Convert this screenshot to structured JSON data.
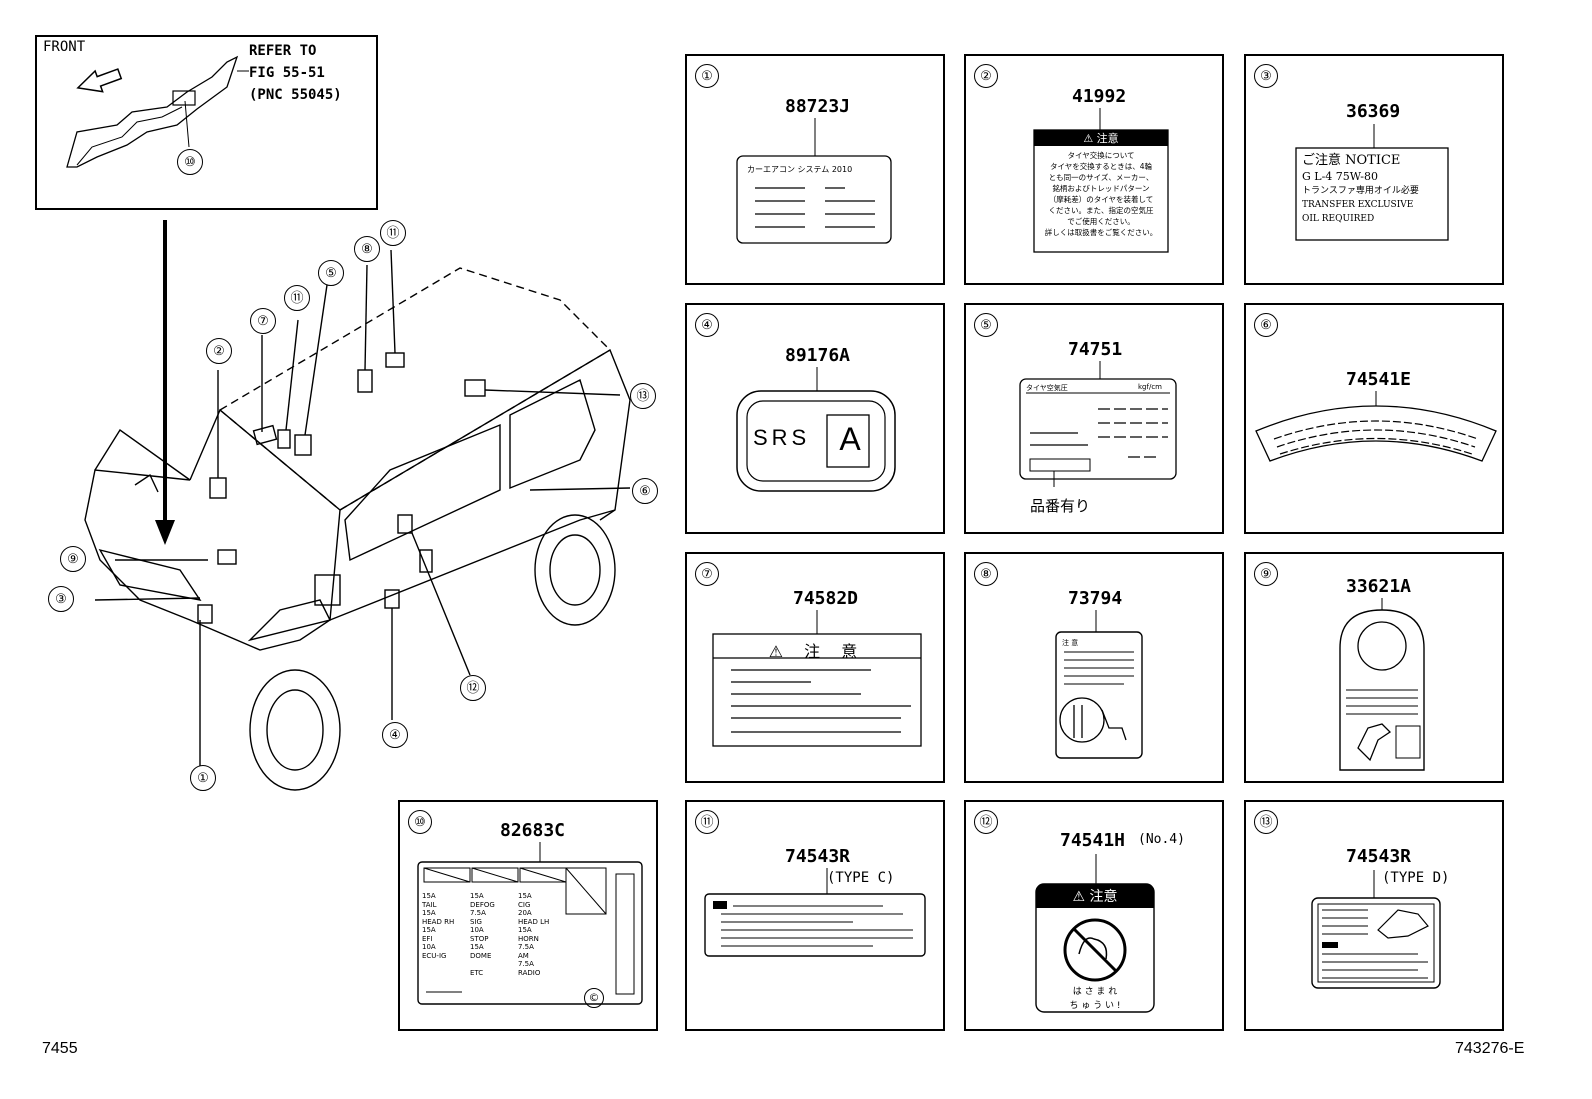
{
  "inset": {
    "front_label": "FRONT",
    "refer_line1": "REFER TO",
    "refer_line2": "FIG 55-51",
    "refer_line3": "(PNC 55045)",
    "callout": "⑩"
  },
  "vehicle_callouts": [
    "①",
    "②",
    "③",
    "④",
    "⑤",
    "⑥",
    "⑦",
    "⑧",
    "⑨",
    "⑪",
    "⑪",
    "⑫",
    "⑬"
  ],
  "panels": [
    {
      "num": "①",
      "part": "88723J",
      "text": "カーエアコン システム 2010"
    },
    {
      "num": "②",
      "part": "41992",
      "header": "⚠ 注意",
      "lines": [
        "タイヤ交換について",
        "タイヤを交換するときは、4輪",
        "とも同一のサイズ、メーカー、",
        "銘柄およびトレッドパターン",
        "（摩耗差）のタイヤを装着して",
        "ください。また、指定の空気圧",
        "でご使用ください。",
        "詳しくは取扱書をご覧ください。"
      ]
    },
    {
      "num": "③",
      "part": "36369",
      "lines": [
        "ご注意 NOTICE",
        "G L-4  75W-80",
        "トランスファ専用オイル必要",
        "TRANSFER EXCLUSIVE",
        "OIL REQUIRED"
      ]
    },
    {
      "num": "④",
      "part": "89176A",
      "srs": "SRS",
      "srs_letter": "A"
    },
    {
      "num": "⑤",
      "part": "74751",
      "header": "タイヤ空気圧",
      "unit": "kgf/cm",
      "note": "品番有り"
    },
    {
      "num": "⑥",
      "part": "74541E"
    },
    {
      "num": "⑦",
      "part": "74582D",
      "header": "⚠ 注 意"
    },
    {
      "num": "⑧",
      "part": "73794",
      "header": "注 意"
    },
    {
      "num": "⑨",
      "part": "33621A"
    },
    {
      "num": "⑩",
      "part": "82683C",
      "fuses": [
        [
          "15A",
          "15A",
          "15A"
        ],
        [
          "TAIL",
          "DEFOG",
          "CIG"
        ],
        [
          "15A",
          "7.5A",
          "20A"
        ],
        [
          "HEAD RH",
          "SIG",
          "HEAD LH"
        ],
        [
          "15A",
          "10A",
          "15A"
        ],
        [
          "EFI",
          "STOP",
          "HORN"
        ],
        [
          "10A",
          "15A",
          "7.5A"
        ],
        [
          "ECU-IG",
          "DOME",
          "AM"
        ],
        [
          "",
          "",
          "7.5A"
        ],
        [
          "",
          "ETC",
          "RADIO"
        ]
      ],
      "symbol": "©"
    },
    {
      "num": "⑪",
      "part": "74543R",
      "variant": "(TYPE C)"
    },
    {
      "num": "⑫",
      "part": "74541H",
      "variant": "(No.4)",
      "header": "⚠ 注意",
      "footer1": "は さ ま れ",
      "footer2": "ち ゅ う い !"
    },
    {
      "num": "⑬",
      "part": "74543R",
      "variant": "(TYPE D)"
    }
  ],
  "footer": {
    "left": "7455",
    "right": "743276-E"
  }
}
